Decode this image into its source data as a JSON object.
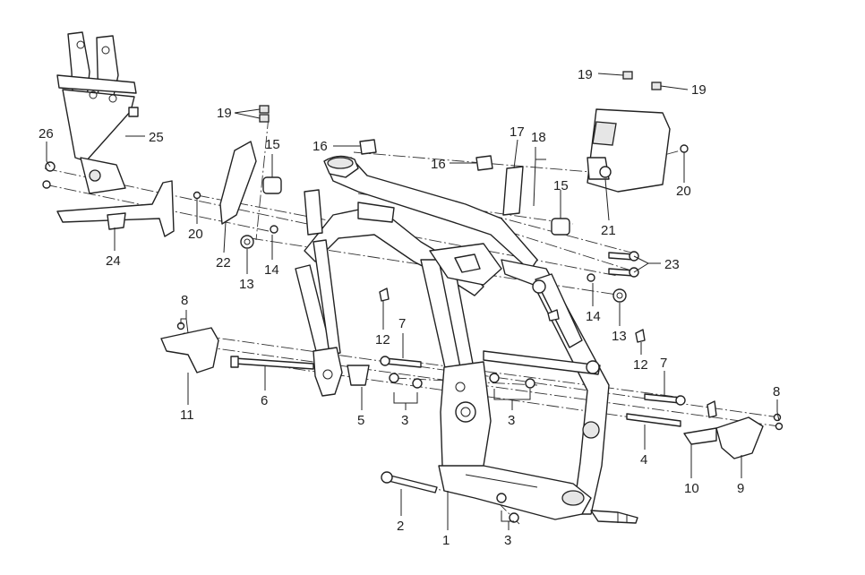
{
  "callouts": {
    "1": "1",
    "2": "2",
    "3a": "3",
    "3b": "3",
    "3c": "3",
    "4": "4",
    "5": "5",
    "6": "6",
    "7a": "7",
    "7b": "7",
    "8a": "8",
    "8b": "8",
    "9": "9",
    "10": "10",
    "11": "11",
    "12a": "12",
    "12b": "12",
    "13a": "13",
    "13b": "13",
    "14a": "14",
    "14b": "14",
    "15a": "15",
    "15b": "15",
    "16a": "16",
    "16b": "16",
    "17": "17",
    "18": "18",
    "19a": "19",
    "19b": "19",
    "19c": "19",
    "20a": "20",
    "20b": "20",
    "21": "21",
    "22": "22",
    "23": "23",
    "24": "24",
    "25": "25",
    "26": "26"
  },
  "colors": {
    "line": "#222222",
    "fill": "#ffffff",
    "shade": "#e6e6e6",
    "background": "#ffffff"
  }
}
